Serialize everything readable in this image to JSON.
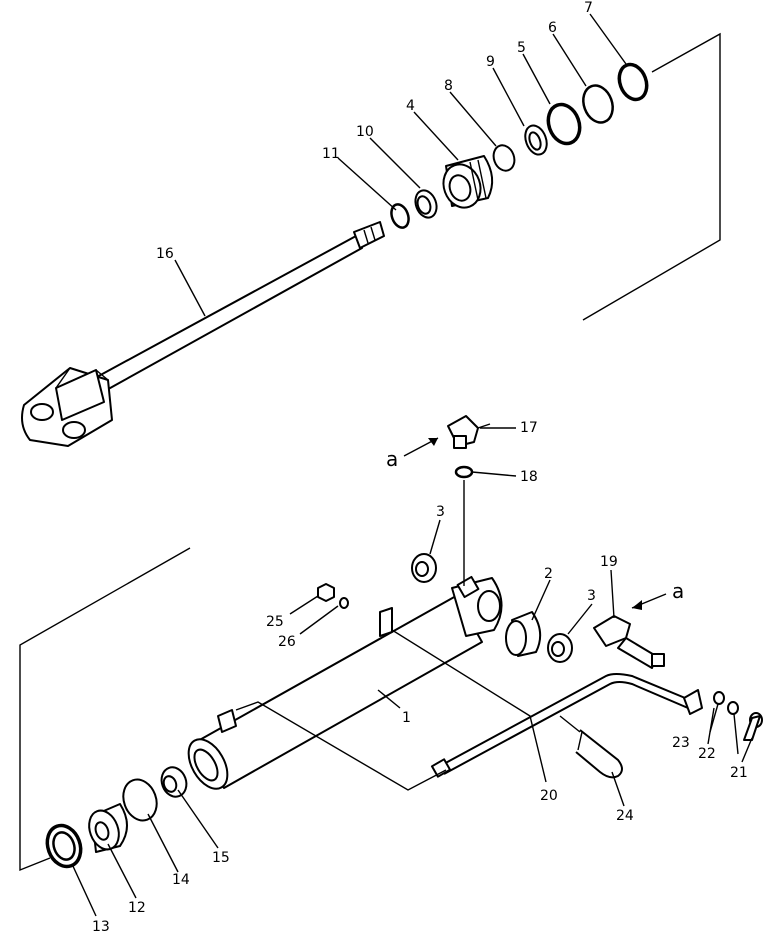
{
  "labels": {
    "p1": "1",
    "p2": "2",
    "p3a": "3",
    "p3b": "3",
    "p4": "4",
    "p5": "5",
    "p6": "6",
    "p7": "7",
    "p8": "8",
    "p9": "9",
    "p10": "10",
    "p11": "11",
    "p12": "12",
    "p13": "13",
    "p14": "14",
    "p15": "15",
    "p16": "16",
    "p17": "17",
    "p18": "18",
    "p19": "19",
    "p20": "20",
    "p21": "21",
    "p22": "22",
    "p23": "23",
    "p24": "24",
    "p25": "25",
    "p26": "26",
    "refA1": "a",
    "refA2": "a"
  }
}
